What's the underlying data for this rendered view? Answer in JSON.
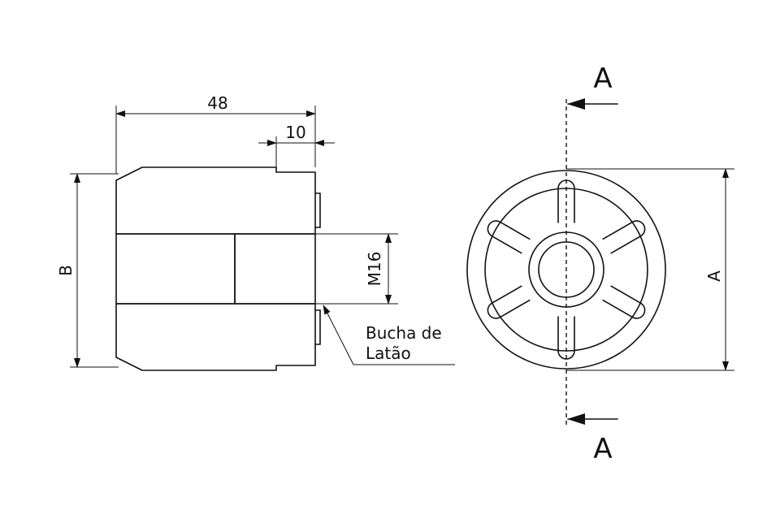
{
  "side_view": {
    "dim_length": "48",
    "dim_offset": "10",
    "dim_height": "B",
    "thread": "M16",
    "callout_line1": "Bucha de",
    "callout_line2": "Latão"
  },
  "front_view": {
    "section_top": "A",
    "section_bottom": "A",
    "dim_diameter": "A"
  }
}
